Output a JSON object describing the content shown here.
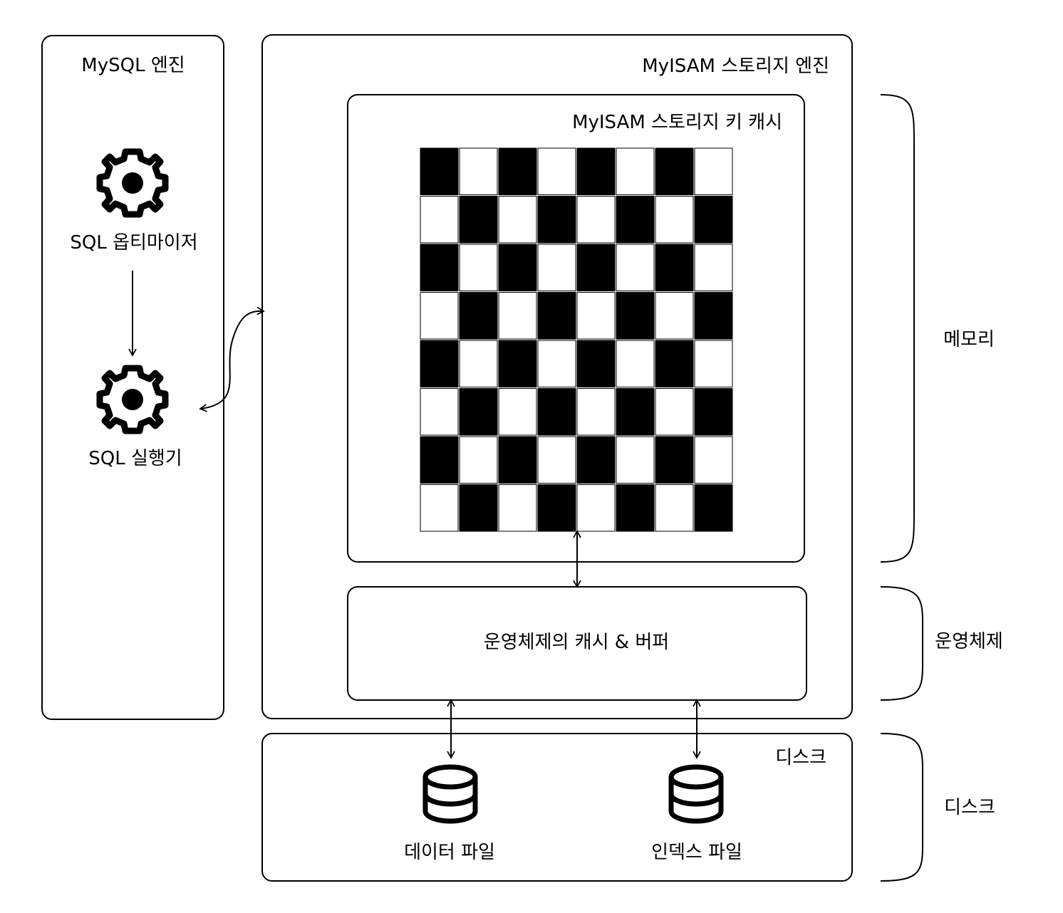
{
  "mysql_engine": {
    "title": "MySQL 엔진",
    "optimizer_label": "SQL 옵티마이저",
    "optimizer_icon": "gear-icon",
    "executor_label": "SQL 실행기",
    "executor_icon": "gear-icon"
  },
  "storage_engine": {
    "title": "MyISAM 스토리지 엔진",
    "key_cache": {
      "title": "MyISAM 스토리지 키 캐시",
      "grid_rows": 8,
      "grid_cols": 8
    },
    "os_cache_label": "운영체제의 캐시 & 버퍼"
  },
  "disk": {
    "title": "디스크",
    "data_file_label": "데이터 파일",
    "data_file_icon": "database-icon",
    "index_file_label": "인덱스 파일",
    "index_file_icon": "database-icon"
  },
  "braces": {
    "memory_label": "메모리",
    "os_label": "운영체제",
    "disk_label": "디스크"
  }
}
